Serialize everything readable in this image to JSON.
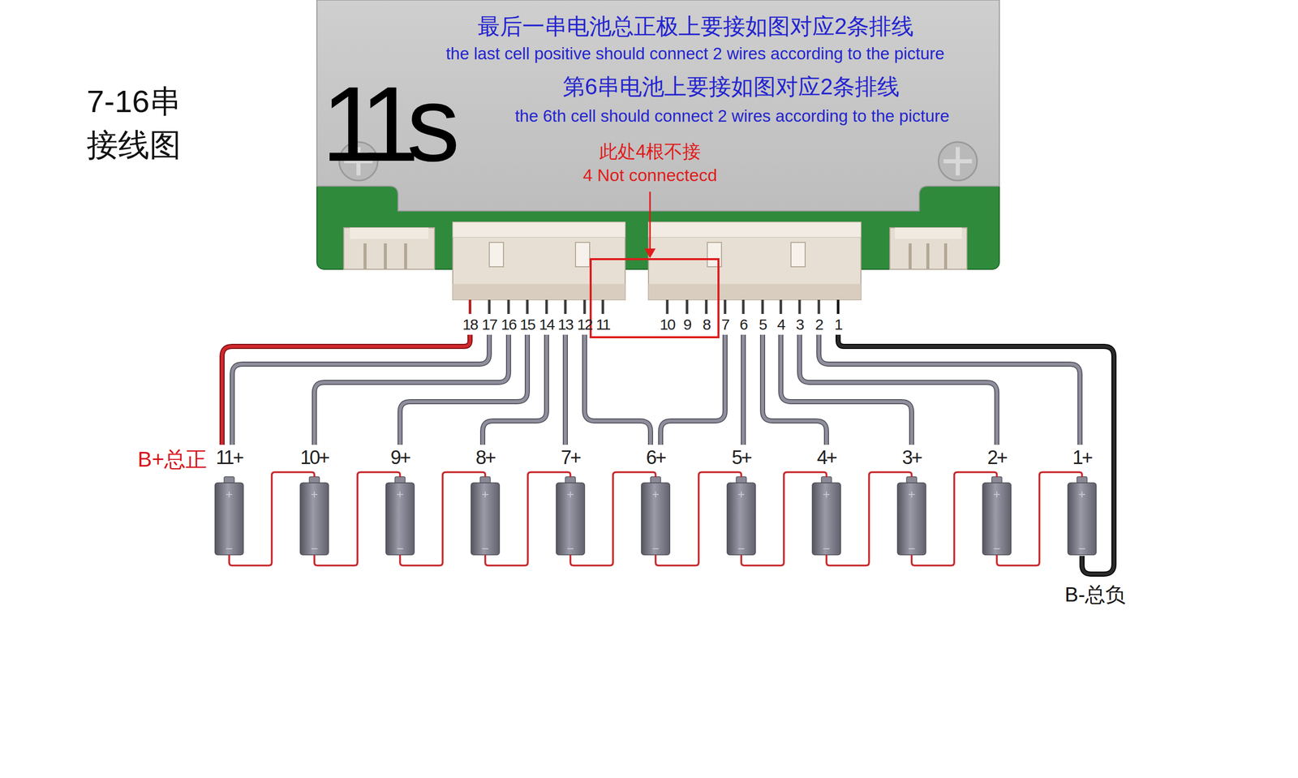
{
  "diagram": {
    "title": "7-16串 接线图",
    "nodes": [
      {
        "text": [
          "最后一串电池总正极上要接如图对应2条排线",
          "the last cell positive should connect 2 wires according to the picture",
          "第6串电池上要接如图对应2条排线",
          "the 6th cell should connect 2 wires according to the picture",
          "11s"
        ]
      }
    ],
    "labels": [
      "此处4根不接",
      "4 Not connectecd",
      "18",
      "17",
      "16",
      "15",
      "14",
      "13",
      "12",
      "11",
      "10",
      "9",
      "8",
      "7",
      "6",
      "5",
      "4",
      "3",
      "2",
      "1",
      "B+总正",
      "11+",
      "10+",
      "9+",
      "8+",
      "7+",
      "6+",
      "5+",
      "4+",
      "3+",
      "2+",
      "1+",
      "B-总负"
    ]
  }
}
